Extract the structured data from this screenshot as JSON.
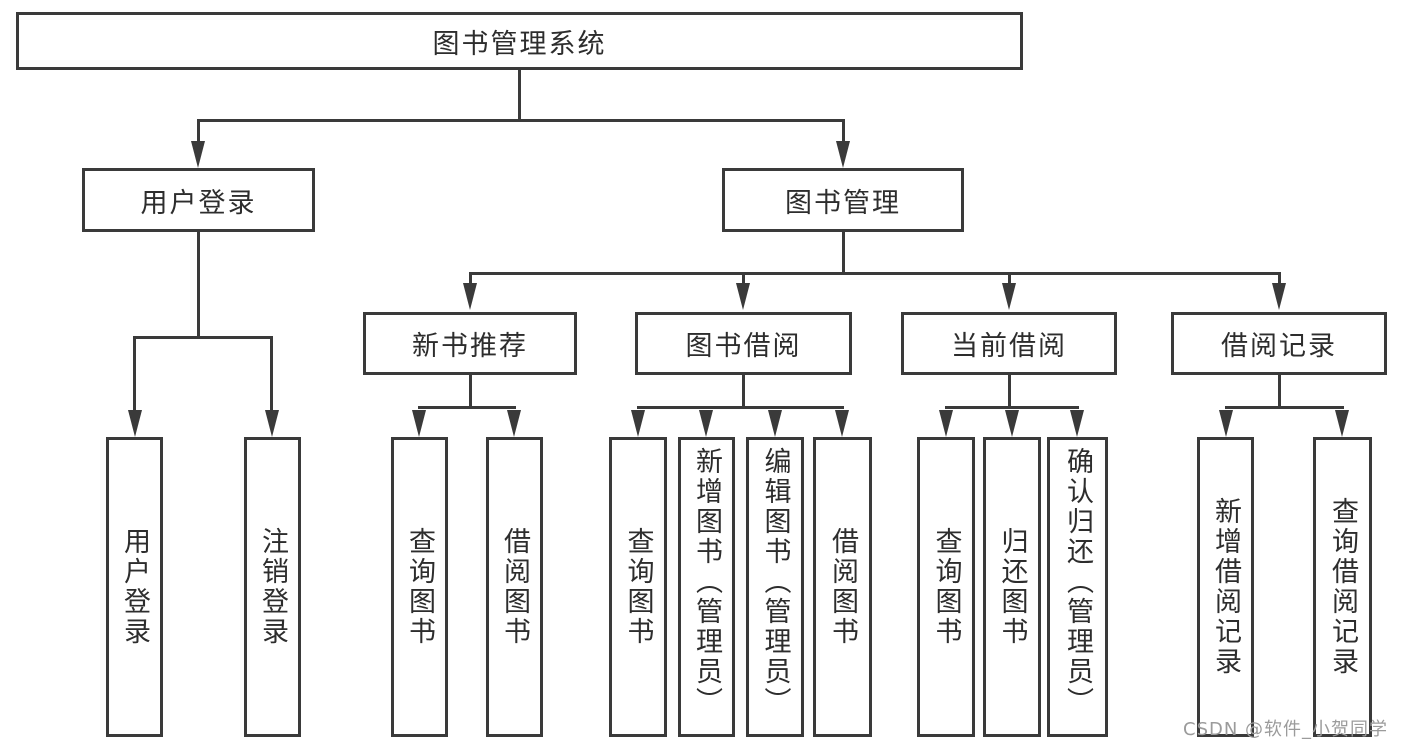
{
  "tree": {
    "label": "图书管理系统",
    "children": [
      {
        "label": "用户登录",
        "children": [
          {
            "label": "用户登录"
          },
          {
            "label": "注销登录"
          }
        ]
      },
      {
        "label": "图书管理",
        "children": [
          {
            "label": "新书推荐",
            "children": [
              {
                "label": "查询图书"
              },
              {
                "label": "借阅图书"
              }
            ]
          },
          {
            "label": "图书借阅",
            "children": [
              {
                "label": "查询图书"
              },
              {
                "label": "新增图书（管理员）"
              },
              {
                "label": "编辑图书（管理员）"
              },
              {
                "label": "借阅图书"
              }
            ]
          },
          {
            "label": "当前借阅",
            "children": [
              {
                "label": "查询图书"
              },
              {
                "label": "归还图书"
              },
              {
                "label": "确认归还（管理员）"
              }
            ]
          },
          {
            "label": "借阅记录",
            "children": [
              {
                "label": "新增借阅记录"
              },
              {
                "label": "查询借阅记录"
              }
            ]
          }
        ]
      }
    ]
  },
  "watermark": "CSDN @软件_小贺同学",
  "colors": {
    "line": "#3a3a3a",
    "box_background": "#ffffff",
    "text": "#2d2d2d",
    "watermark": "#9b9b9b"
  }
}
